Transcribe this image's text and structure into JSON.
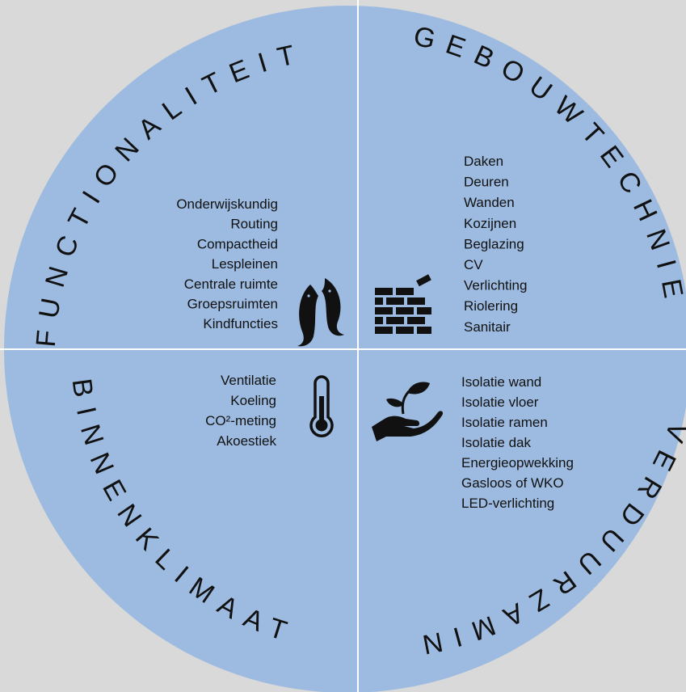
{
  "colors": {
    "background": "#d9d9d9",
    "circle": "#9dbbe0",
    "divider": "#ffffff",
    "text": "#111111"
  },
  "quadrants": {
    "functionaliteit": {
      "title": "FUNCTIONALITEIT",
      "icon": "fish-cycle-icon",
      "items": [
        "Onderwijskundig",
        "Routing",
        "Compactheid",
        "Lespleinen",
        "Centrale ruimte",
        "Groepsruimten",
        "Kindfuncties"
      ]
    },
    "gebouwtechniek": {
      "title": "GEBOUWTECHNIEK",
      "icon": "brick-wall-icon",
      "items": [
        "Daken",
        "Deuren",
        "Wanden",
        "Kozijnen",
        "Beglazing",
        "CV",
        "Verlichting",
        "Riolering",
        "Sanitair"
      ]
    },
    "binnenklimaat": {
      "title": "BINNENKLIMAAT",
      "icon": "thermometer-icon",
      "items": [
        "Ventilatie",
        "Koeling",
        "CO²-meting",
        "Akoestiek"
      ]
    },
    "verduurzaming": {
      "title": "VERDUURZAMING",
      "icon": "hand-plant-icon",
      "items": [
        "Isolatie wand",
        "Isolatie vloer",
        "Isolatie ramen",
        "Isolatie dak",
        "Energieopwekking",
        "Gasloos of WKO",
        "LED-verlichting"
      ]
    }
  }
}
